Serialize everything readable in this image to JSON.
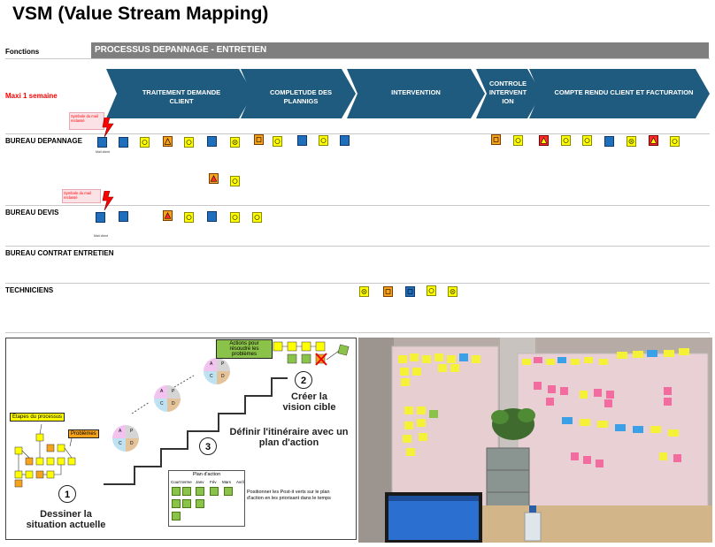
{
  "title": "VSM (Value Stream Mapping)",
  "fonctions_label": "Fonctions",
  "process_bar": "PROCESSUS DEPANNAGE  - ENTRETIEN",
  "maxi_label": "Maxi 1 semaine",
  "steps": [
    "TRAITEMENT DEMANDE  CLIENT",
    "COMPLETUDE DES PLANNIGS",
    "INTERVENTION",
    "CONTROLE INTERVENT ION",
    "COMPTE RENDU CLIENT ET FACTURATION"
  ],
  "rows": {
    "bureau_depannage": "BUREAU DEPANNAGE",
    "bureau_devis": "BUREAU DEVIS",
    "bureau_contrat": "BUREAU CONTRAT ENTRETIEN",
    "techniciens": "TECHNICIENS"
  },
  "callouts": {
    "callout1": "Symbole du mail reclassé",
    "callout2": "Symbole du mail reclassé"
  },
  "note_labels": {
    "d1": "Mail client",
    "d2": "",
    "d3": "",
    "d4": "",
    "d5": "",
    "d6": "",
    "d7": "",
    "d8": "",
    "d9": "",
    "d10": "",
    "d11": "",
    "d12": "",
    "d13": "",
    "d14": "",
    "d15": "",
    "d16": "",
    "d17": "",
    "d18": "",
    "d19": "",
    "d20": "",
    "d21": "",
    "d22": "",
    "v1": "Mail client",
    "v2": "",
    "v3": "",
    "v4": "",
    "v5": "",
    "v6": "",
    "v7": "",
    "t1": "",
    "t2": "",
    "t3": "",
    "t4": "",
    "t5": ""
  },
  "bottom_left": {
    "etapes": "Étapes du processus",
    "problemes": "Problèmes",
    "actions": "Actions pour résoudre les problèmes",
    "num1": "1",
    "num2": "2",
    "num3": "3",
    "dessiner": "Dessiner la situation actuelle",
    "definir": "Définir l'itinéraire avec un plan d'action",
    "creer": "Créer la vision cible",
    "plan_title": "Plan d'action",
    "plan_cols": [
      "Court terme",
      "Janv",
      "Fév",
      "Mars",
      "Avril"
    ],
    "plan_note": "Positionner les Post-it verts sur le plan d'action en les priorisant dans le temps",
    "wheel_letters": [
      "A",
      "P",
      "C",
      "D"
    ]
  },
  "colors": {
    "chevron": "#1f5b7e",
    "proc_bar": "#7f7f7f",
    "note_blue": "#1f6fbd",
    "note_yellow": "#ffff00",
    "note_orange": "#f7a21b",
    "note_red": "#ff2a2a",
    "postit_yellow": "#f4f136",
    "postit_pink": "#f36ca0",
    "postit_blue": "#3aa0e8",
    "postit_green": "#8bc34a"
  }
}
